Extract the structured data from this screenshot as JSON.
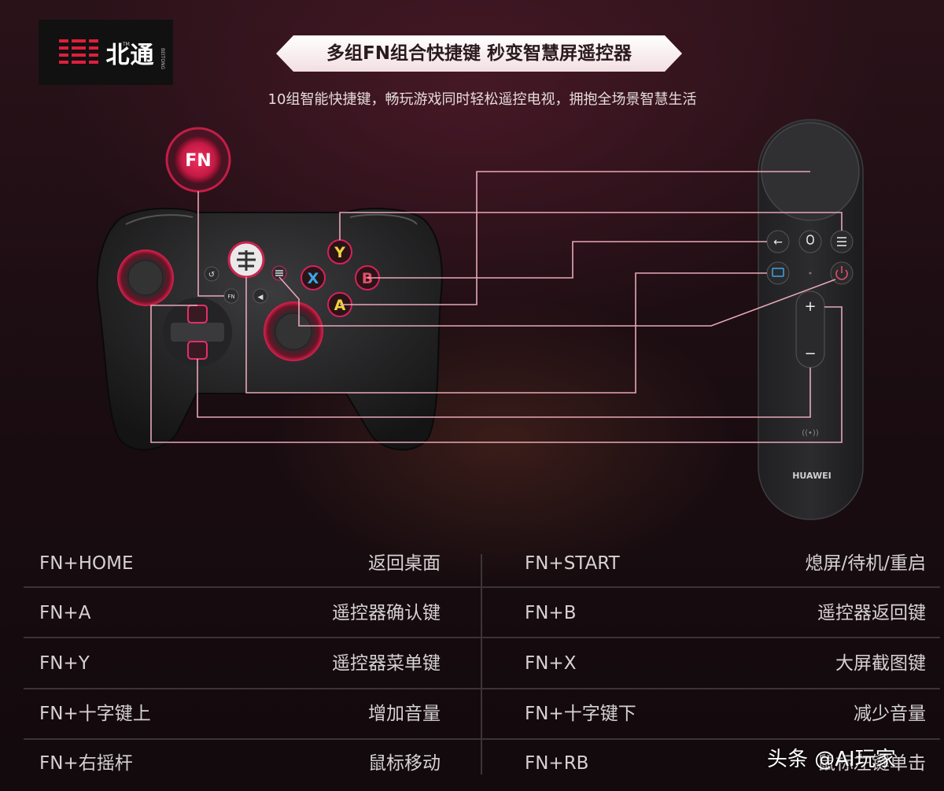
{
  "brand": {
    "name": "北通",
    "tm": "TM",
    "en": "BEITONG"
  },
  "banner": {
    "title": "多组FN组合快捷键 秒变智慧屏遥控器"
  },
  "subtitle": "10组智能快捷键，畅玩游戏同时轻松遥控电视，拥抱全场景智慧生活",
  "controller": {
    "fn_label": "FN",
    "buttons": {
      "y": "Y",
      "x": "X",
      "b": "B",
      "a": "A"
    },
    "small_fn": "FN"
  },
  "remote": {
    "brand": "HUAWEI",
    "plus": "+",
    "minus": "−",
    "nfc": "((•))"
  },
  "colors": {
    "accent": "#d6225a",
    "line": "#e8a7b6",
    "y": "#f0d23a",
    "x": "#3aa7e6",
    "b": "#e0506a",
    "a": "#f0d23a"
  },
  "table": {
    "rows": [
      {
        "k1": "FN+HOME",
        "v1": "返回桌面",
        "k2": "FN+START",
        "v2": "熄屏/待机/重启"
      },
      {
        "k1": "FN+A",
        "v1": "遥控器确认键",
        "k2": "FN+B",
        "v2": "遥控器返回键"
      },
      {
        "k1": "FN+Y",
        "v1": "遥控器菜单键",
        "k2": "FN+X",
        "v2": "大屏截图键"
      },
      {
        "k1": "FN+十字键上",
        "v1": "增加音量",
        "k2": "FN+十字键下",
        "v2": "减少音量"
      },
      {
        "k1": "FN+右摇杆",
        "v1": "鼠标移动",
        "k2": "FN+RB",
        "v2": "鼠标左键单击"
      }
    ]
  },
  "watermark": "头条 @AI玩家"
}
